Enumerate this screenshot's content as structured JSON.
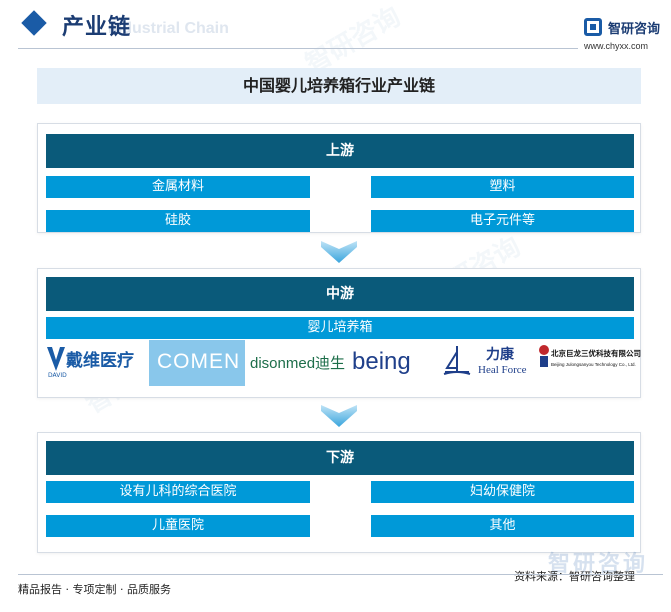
{
  "header": {
    "title": "产业链",
    "subtitle_ghost": "Industrial Chain",
    "brand_name": "智研咨询",
    "brand_url": "www.chyxx.com"
  },
  "main_title": "中国婴儿培养箱行业产业链",
  "upstream": {
    "title": "上游",
    "items": [
      "金属材料",
      "塑料",
      "硅胶",
      "电子元件等"
    ]
  },
  "midstream": {
    "title": "中游",
    "product": "婴儿培养箱",
    "logos": [
      {
        "name": "戴维医疗",
        "sub": "DAVID"
      },
      {
        "name": "COMEN"
      },
      {
        "name": "disonmed迪生"
      },
      {
        "name": "being"
      },
      {
        "name": "力康",
        "sub": "Heal Force"
      },
      {
        "name": "北京巨龙三优科技有限公司",
        "sub": "Beijing Julongsanyou Technology Co., Ltd."
      }
    ]
  },
  "downstream": {
    "title": "下游",
    "items": [
      "设有儿科的综合医院",
      "妇幼保健院",
      "儿童医院",
      "其他"
    ]
  },
  "footer": {
    "left": "精品报告 · 专项定制 · 品质服务",
    "source": "资料来源：智研咨询整理",
    "watermark": "智研咨询"
  },
  "colors": {
    "header_dark": "#0a5a7a",
    "cell_blue": "#0099d8",
    "title_bg": "#e3eef8",
    "brand_blue": "#1a5ba6"
  }
}
